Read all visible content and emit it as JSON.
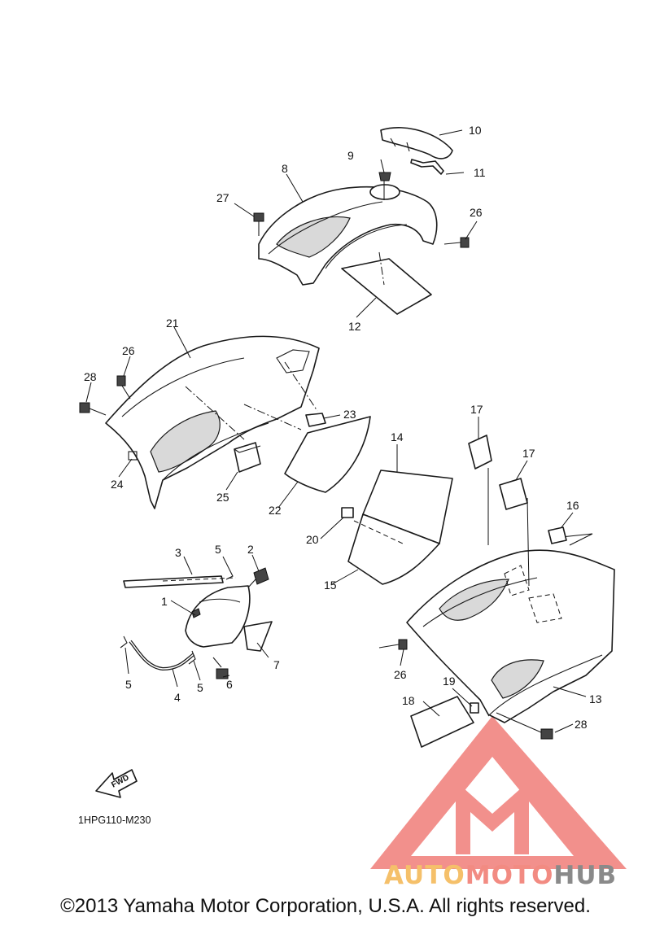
{
  "diagram": {
    "figure_code": "1HPG110-M230",
    "fwd_label": "FWD",
    "callouts": {
      "p1": "1",
      "p2": "2",
      "p3": "3",
      "p4": "4",
      "p5a": "5",
      "p5b": "5",
      "p5c": "5",
      "p6": "6",
      "p7": "7",
      "p8": "8",
      "p9": "9",
      "p10": "10",
      "p11": "11",
      "p12": "12",
      "p13": "13",
      "p14": "14",
      "p15": "15",
      "p16": "16",
      "p17a": "17",
      "p17b": "17",
      "p18": "18",
      "p19": "19",
      "p20": "20",
      "p21": "21",
      "p22": "22",
      "p23": "23",
      "p24": "24",
      "p25": "25",
      "p26a": "26",
      "p26b": "26",
      "p26c": "26",
      "p27": "27",
      "p28a": "28",
      "p28b": "28"
    }
  },
  "watermark": {
    "word_1": "AUTO",
    "word_2": "MOTO",
    "word_3": "HUB",
    "colors": {
      "auto": "#f5c06a",
      "moto": "#f28b82",
      "hub": "#8a8a8a",
      "logo": "#f07d78"
    }
  },
  "copyright": "©2013 Yamaha Motor Corporation, U.S.A. All rights reserved."
}
